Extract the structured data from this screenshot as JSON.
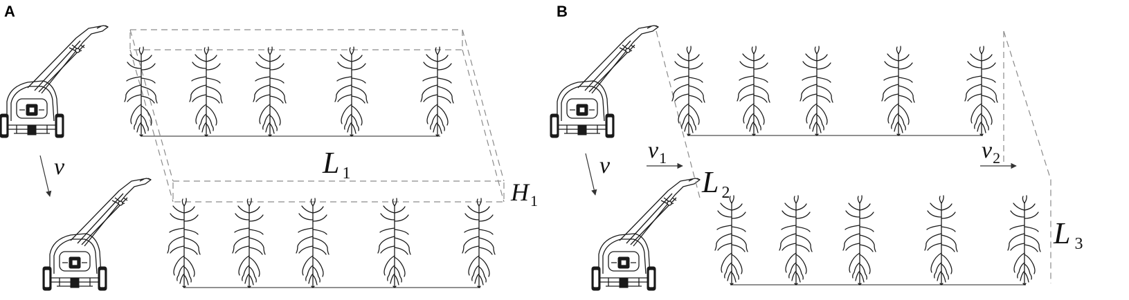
{
  "panels": {
    "a": {
      "letter": "A",
      "velocity_symbol": "v",
      "length_symbol": "L",
      "length_sub": "1",
      "height_symbol": "H",
      "height_sub": "1"
    },
    "b": {
      "letter": "B",
      "velocity_symbol": "v",
      "v1_symbol": "v",
      "v1_sub": "1",
      "v2_symbol": "v",
      "v2_sub": "2",
      "l2_symbol": "L",
      "l2_sub": "2",
      "l3_symbol": "L",
      "l3_sub": "3"
    }
  },
  "icons": {
    "tractor": "tractor-sprayer-icon",
    "plant": "corn-plant-icon"
  },
  "colors": {
    "ink": "#1a1a1a",
    "dash": "#8a8a8a"
  }
}
